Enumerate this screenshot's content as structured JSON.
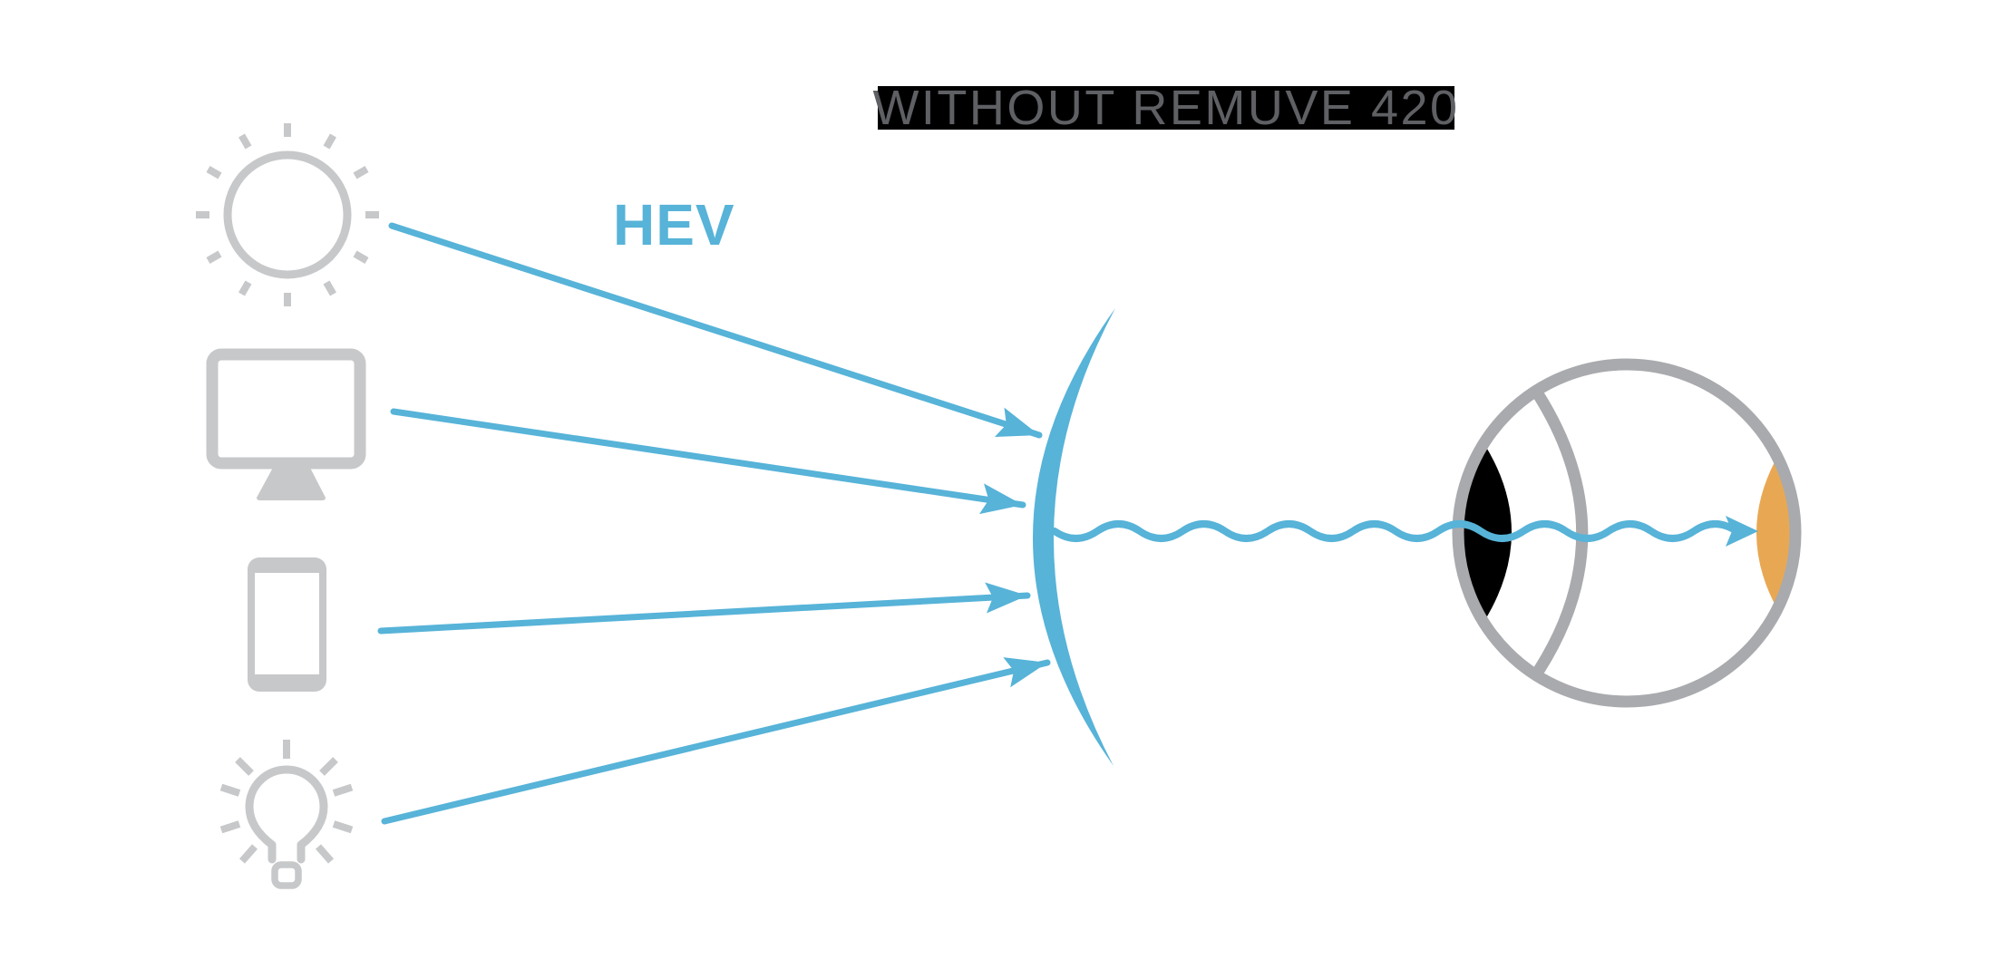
{
  "title": {
    "text": "WITHOUT REMUVE 420"
  },
  "labels": {
    "hev": "HEV"
  },
  "colors": {
    "background": "#ffffff",
    "accent-blue": "#57b3d8",
    "icon-gray": "#c7c8ca",
    "eye-gray": "#a8aaad",
    "macula-orange": "#e8a853",
    "pupil-black": "#000000",
    "title-bg": "#000000",
    "title-text": "#5e6064"
  },
  "scene": {
    "light_source_icons": [
      "sun-icon",
      "monitor-icon",
      "smartphone-icon",
      "lightbulb-icon"
    ],
    "ray_count": 4,
    "elements": [
      "hev-ray-arrows",
      "lens-crescent",
      "hev-wave-ray",
      "eye-cross-section",
      "eye-pupil-lens",
      "eye-inner-arc",
      "eye-macula"
    ]
  }
}
